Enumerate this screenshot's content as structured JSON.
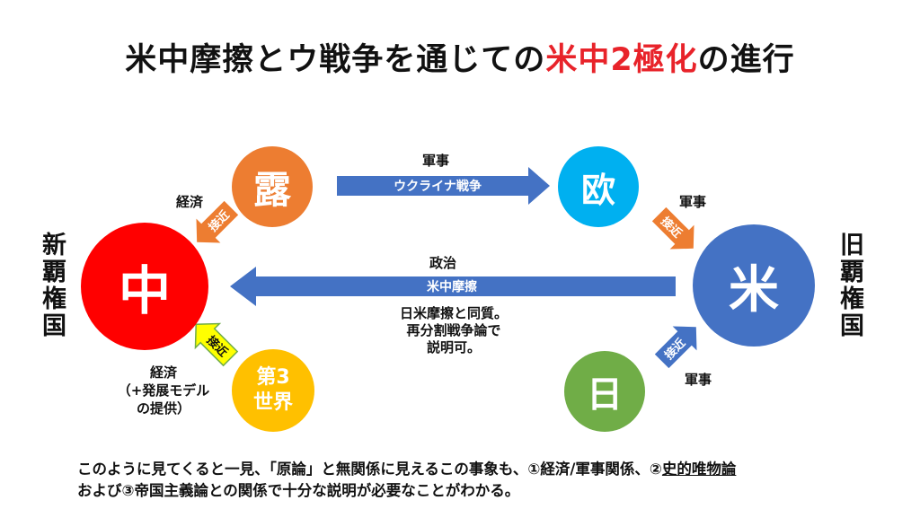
{
  "title": {
    "prefix": "米中摩擦とウ戦争を通じての",
    "highlight": "米中2極化",
    "suffix": "の進行"
  },
  "nodes": {
    "russia": {
      "label": "露",
      "color": "#ed7d31"
    },
    "china": {
      "label": "中",
      "color": "#ff0000"
    },
    "europe": {
      "label": "欧",
      "color": "#00b0f0"
    },
    "us": {
      "label": "米",
      "color": "#4472c4"
    },
    "japan": {
      "label": "日",
      "color": "#70ad47"
    },
    "third_world": {
      "label_line1": "第3",
      "label_line2": "世界",
      "color": "#ffc000"
    }
  },
  "side_labels": {
    "new_hegemon": "新覇権国",
    "old_hegemon": "旧覇権国"
  },
  "edges": {
    "russia_europe": {
      "top_label": "軍事",
      "arrow_label": "ウクライナ戦争"
    },
    "us_china": {
      "top_label": "政治",
      "arrow_label": "米中摩擦",
      "note_line1": "日米摩擦と同質。",
      "note_line2": "再分割戦争論で",
      "note_line3": "説明可。"
    },
    "russia_china": {
      "side_label": "経済",
      "arrow_label": "接近"
    },
    "europe_us": {
      "side_label": "軍事",
      "arrow_label": "接近"
    },
    "third_china": {
      "side_label_line1": "経済",
      "side_label_line2": "（+発展モデル",
      "side_label_line3": "の提供）",
      "arrow_label": "接近"
    },
    "japan_us": {
      "side_label": "軍事",
      "arrow_label": "接近"
    }
  },
  "colors": {
    "arrow_blue": "#4472c4",
    "arrow_orange": "#ed7d31",
    "arrow_yellow": "#ffff00",
    "title_highlight": "#e8232a"
  },
  "footer": {
    "line1_a": "このように見てくると一見、「原論」と無関係に見えるこの事象も、①経済/軍事関係、②",
    "line1_u": "史的唯物論",
    "line2": "および③帝国主義論との関係で十分な説明が必要なことがわかる。"
  }
}
